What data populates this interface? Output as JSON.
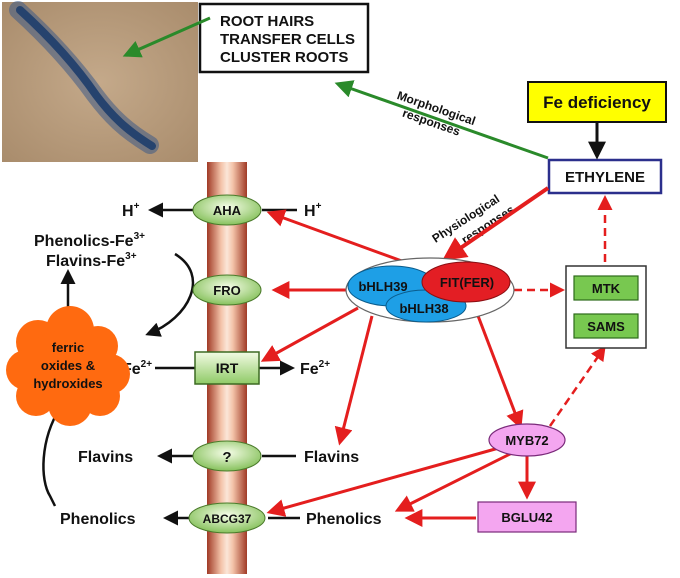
{
  "root_hair_box": {
    "lines": [
      "ROOT HAIRS",
      "TRANSFER CELLS",
      "CLUSTER ROOTS"
    ]
  },
  "fe_deficiency": "Fe deficiency",
  "ethylene": "ETHYLENE",
  "morphological": {
    "line1": "Morphological",
    "line2": "responses"
  },
  "physiological": {
    "line1": "Physiological",
    "line2": "responses"
  },
  "transporters": {
    "aha": "AHA",
    "fro": "FRO",
    "irt": "IRT",
    "unknown": "?",
    "abcg37": "ABCG37"
  },
  "outer": {
    "h_plus": "H",
    "h_sup": "+",
    "phenolics_fe": "Phenolics-Fe",
    "flavins_fe": "Flavins-Fe",
    "fe3_sup": "3+",
    "fe2": "Fe",
    "fe2_sup": "2+",
    "flavins": "Flavins",
    "phenolics": "Phenolics",
    "cloud": [
      "ferric",
      "oxides &",
      "hydroxides"
    ]
  },
  "inner": {
    "h_plus": "H",
    "h_sup": "+",
    "fe2": "Fe",
    "fe2_sup": "2+",
    "flavins": "Flavins",
    "phenolics": "Phenolics"
  },
  "tf": {
    "bhlh39": "bHLH39",
    "bhlh38": "bHLH38",
    "fit": "FIT(FER)",
    "myb72": "MYB72",
    "bglu42": "BGLU42"
  },
  "enzymes": {
    "mtk": "MTK",
    "sams": "SAMS"
  },
  "colors": {
    "red": "#e41e1e",
    "green": "#2a8a2a",
    "blue_tf": "#1e9fe6",
    "red_tf": "#e31e24",
    "pink": "#f4a6f0",
    "orange": "#ff6a10",
    "yellow": "#ffff00",
    "enzyme_green": "#78c850"
  }
}
